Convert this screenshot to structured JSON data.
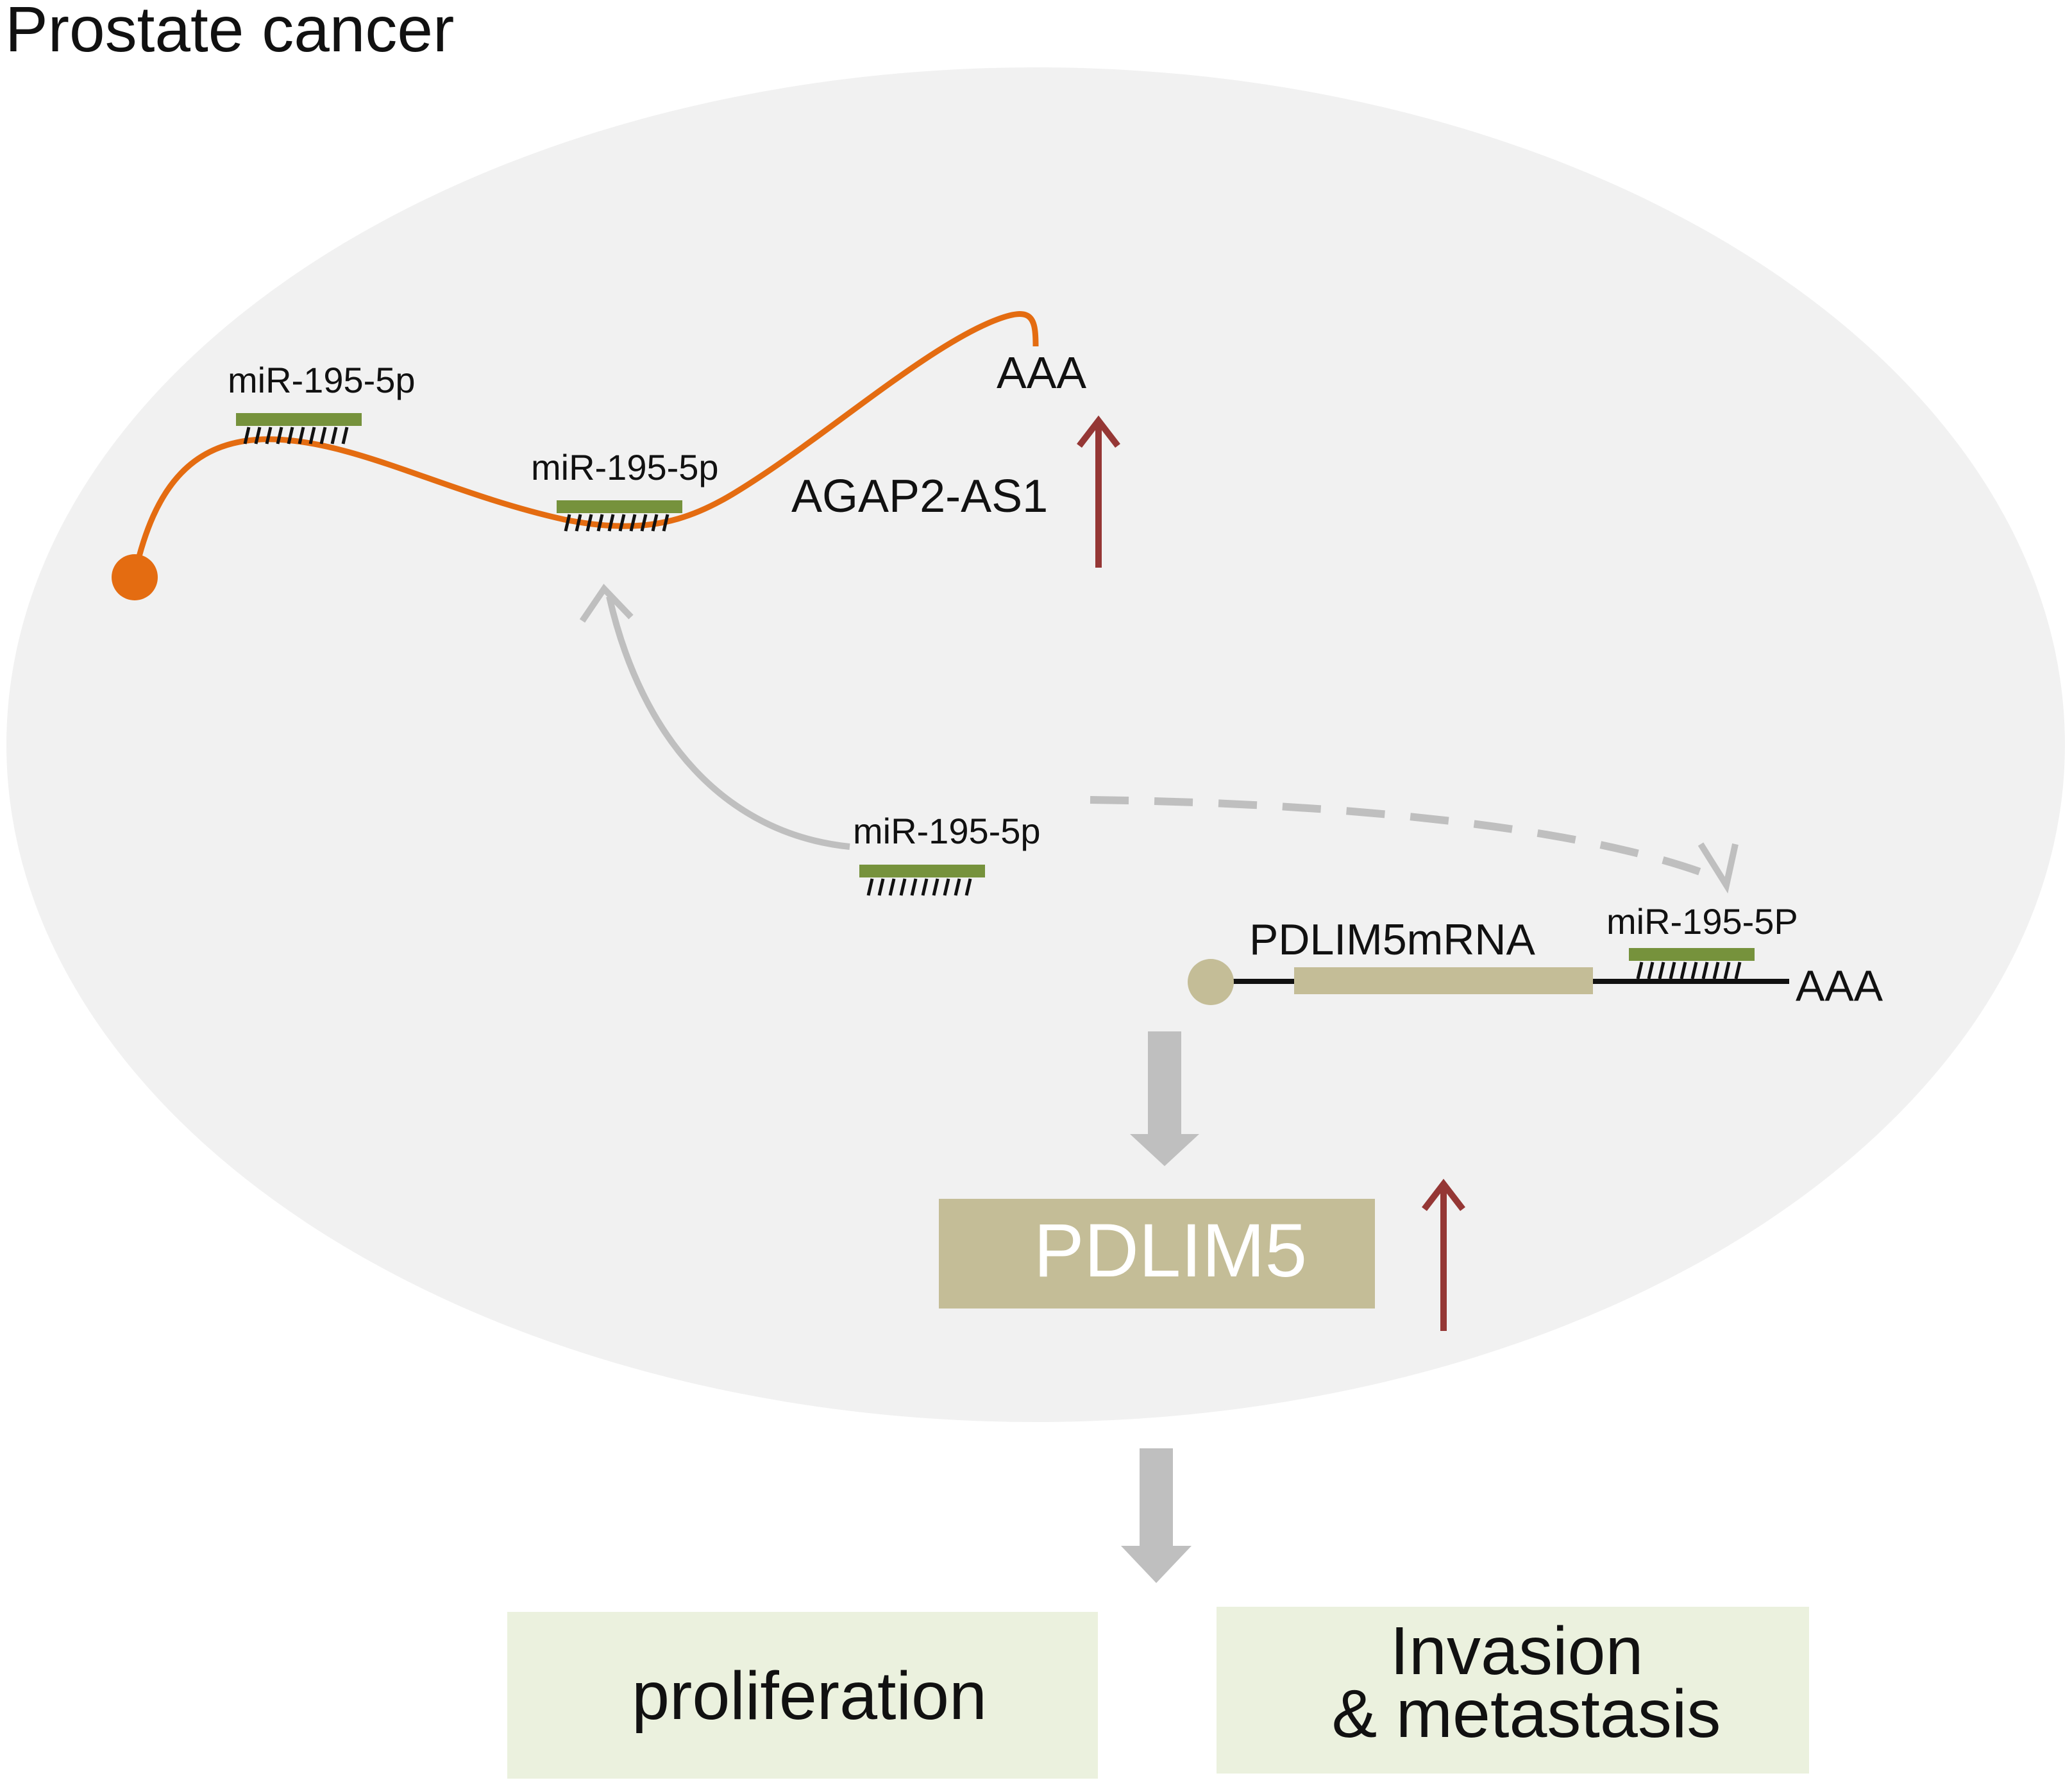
{
  "title": "Prostate cancer",
  "lncrna": {
    "name": "AGAP2-AS1",
    "poly_a": "AAA",
    "bound_mirna_1": "miR-195-5p",
    "bound_mirna_2": "miR-195-5p",
    "color": "#E46C11"
  },
  "free_mirna": {
    "label": "miR-195-5p"
  },
  "mrna": {
    "name": "PDLIM5mRNA",
    "bound_mirna": "miR-195-5P",
    "poly_a": "AAA"
  },
  "protein": {
    "label": "PDLIM5"
  },
  "outcomes": {
    "proliferation": "proliferation",
    "invasion_line1": "Invasion",
    "invasion_line2": "& metastasis"
  },
  "colors": {
    "cell": "#F1F1F1",
    "mirna": "#76923C",
    "up_arrow": "#953735",
    "flow_arrow": "#BFBFBF",
    "protein_box": "#C4BD97",
    "outcome_box": "#EBF1DE"
  }
}
